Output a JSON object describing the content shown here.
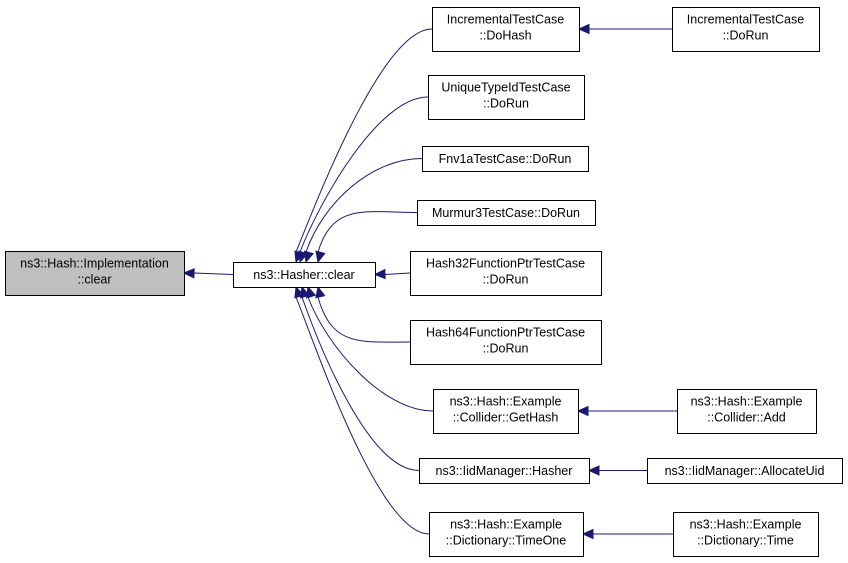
{
  "diagram": {
    "nodes": [
      {
        "id": "impl_clear",
        "lines": [
          "ns3::Hash::Implementation",
          "::clear"
        ],
        "highlight": true
      },
      {
        "id": "hasher_clear",
        "lines": [
          "ns3::Hasher::clear"
        ]
      },
      {
        "id": "inc_dohash",
        "lines": [
          "IncrementalTestCase",
          "::DoHash"
        ]
      },
      {
        "id": "inc_dorun",
        "lines": [
          "IncrementalTestCase",
          "::DoRun"
        ]
      },
      {
        "id": "unique_dorun",
        "lines": [
          "UniqueTypeIdTestCase",
          "::DoRun"
        ]
      },
      {
        "id": "fnv_dorun",
        "lines": [
          "Fnv1aTestCase::DoRun"
        ]
      },
      {
        "id": "murmur_dorun",
        "lines": [
          "Murmur3TestCase::DoRun"
        ]
      },
      {
        "id": "h32_dorun",
        "lines": [
          "Hash32FunctionPtrTestCase",
          "::DoRun"
        ]
      },
      {
        "id": "h64_dorun",
        "lines": [
          "Hash64FunctionPtrTestCase",
          "::DoRun"
        ]
      },
      {
        "id": "collider_gethash",
        "lines": [
          "ns3::Hash::Example",
          "::Collider::GetHash"
        ]
      },
      {
        "id": "collider_add",
        "lines": [
          "ns3::Hash::Example",
          "::Collider::Add"
        ]
      },
      {
        "id": "iid_hasher",
        "lines": [
          "ns3::IidManager::Hasher"
        ]
      },
      {
        "id": "iid_allocate",
        "lines": [
          "ns3::IidManager::AllocateUid"
        ]
      },
      {
        "id": "dict_timeone",
        "lines": [
          "ns3::Hash::Example",
          "::Dictionary::TimeOne"
        ]
      },
      {
        "id": "dict_time",
        "lines": [
          "ns3::Hash::Example",
          "::Dictionary::Time"
        ]
      }
    ],
    "edges": [
      {
        "from": "hasher_clear",
        "to": "impl_clear"
      },
      {
        "from": "inc_dohash",
        "to": "hasher_clear"
      },
      {
        "from": "unique_dorun",
        "to": "hasher_clear"
      },
      {
        "from": "fnv_dorun",
        "to": "hasher_clear"
      },
      {
        "from": "murmur_dorun",
        "to": "hasher_clear"
      },
      {
        "from": "h32_dorun",
        "to": "hasher_clear"
      },
      {
        "from": "h64_dorun",
        "to": "hasher_clear"
      },
      {
        "from": "collider_gethash",
        "to": "hasher_clear"
      },
      {
        "from": "iid_hasher",
        "to": "hasher_clear"
      },
      {
        "from": "dict_timeone",
        "to": "hasher_clear"
      },
      {
        "from": "inc_dorun",
        "to": "inc_dohash"
      },
      {
        "from": "collider_add",
        "to": "collider_gethash"
      },
      {
        "from": "iid_allocate",
        "to": "iid_hasher"
      },
      {
        "from": "dict_time",
        "to": "dict_timeone"
      }
    ]
  }
}
